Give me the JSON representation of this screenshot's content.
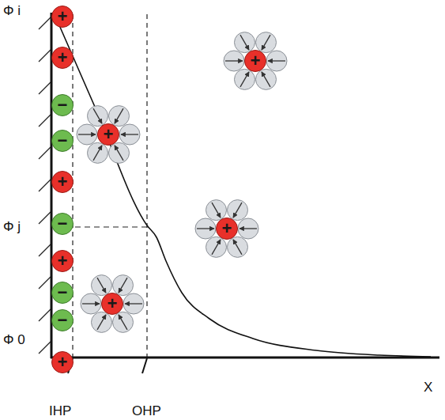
{
  "diagram": {
    "nodes": [
      {
        "text": [
          "+"
        ]
      },
      {
        "text": [
          "+"
        ]
      },
      {
        "text": [
          "−"
        ]
      },
      {
        "text": [
          "−"
        ]
      },
      {
        "text": [
          "+"
        ]
      },
      {
        "text": [
          "−"
        ]
      },
      {
        "text": [
          "+"
        ]
      },
      {
        "text": [
          "−"
        ]
      },
      {
        "text": [
          "−"
        ]
      },
      {
        "text": [
          "+"
        ]
      },
      {
        "text": [
          "+"
        ]
      },
      {
        "text": [
          "+"
        ]
      },
      {
        "text": [
          "+"
        ]
      },
      {
        "text": [
          "+"
        ]
      }
    ],
    "labels": [
      "Φ i",
      "Φ j",
      "Φ 0",
      "IHP",
      "OHP",
      "X"
    ]
  }
}
